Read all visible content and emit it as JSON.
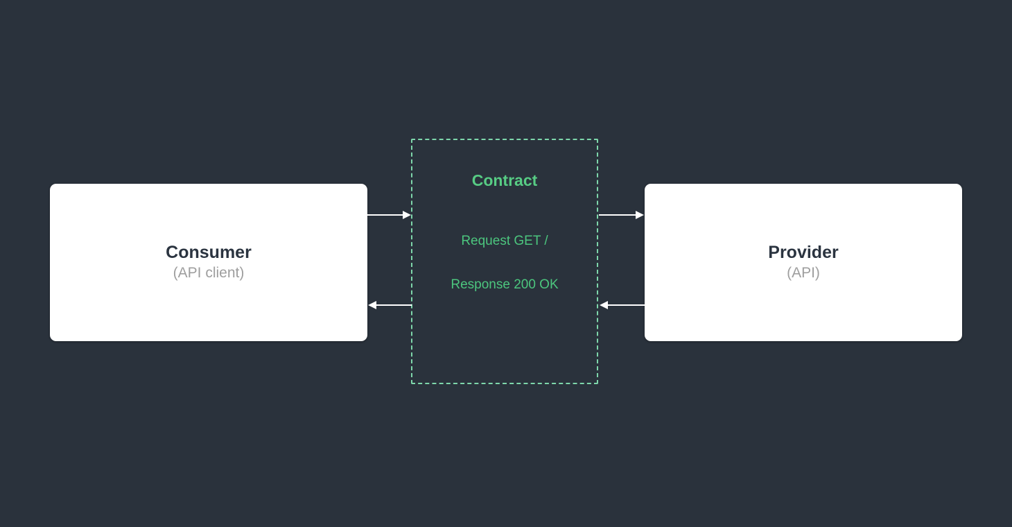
{
  "diagram": {
    "consumer": {
      "title": "Consumer",
      "subtitle": "(API client)"
    },
    "provider": {
      "title": "Provider",
      "subtitle": "(API)"
    },
    "contract": {
      "title": "Contract",
      "lines": [
        "Request GET /",
        "Response 200 OK"
      ]
    },
    "colors": {
      "background": "#2a323c",
      "node_background": "#ffffff",
      "node_title_text": "#2b3440",
      "node_subtitle_text": "#9e9e9e",
      "contract_border_green": "#7ed7ab",
      "contract_title_green": "#57cc84",
      "contract_body_green": "#4cc67e",
      "arrow": "#ffffff"
    }
  }
}
